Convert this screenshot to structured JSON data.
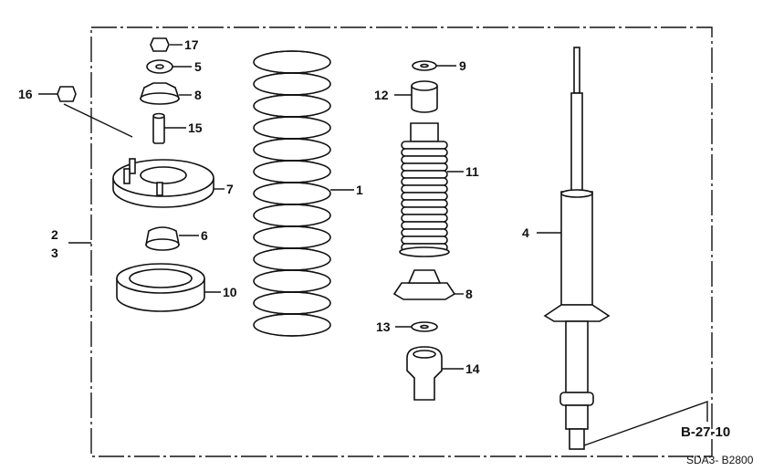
{
  "diagram": {
    "title": "Front shock absorber assembly parts diagram",
    "callouts": {
      "spring": "1",
      "label_2": "2",
      "label_3": "3",
      "shock_absorber": "4",
      "label_5": "5",
      "label_8_top": "8",
      "mount_bushing": "6",
      "mount_base": "7",
      "spring_seat": "8",
      "washer_top": "9",
      "rubber_seat": "10",
      "dust_boot": "11",
      "bump_cap": "12",
      "washer_lower": "13",
      "bump_stop": "14",
      "collar": "15",
      "nut_left": "16",
      "nut_top": "17"
    },
    "reference": "B-27-10",
    "drawing_code": "SDA3- B2800"
  }
}
